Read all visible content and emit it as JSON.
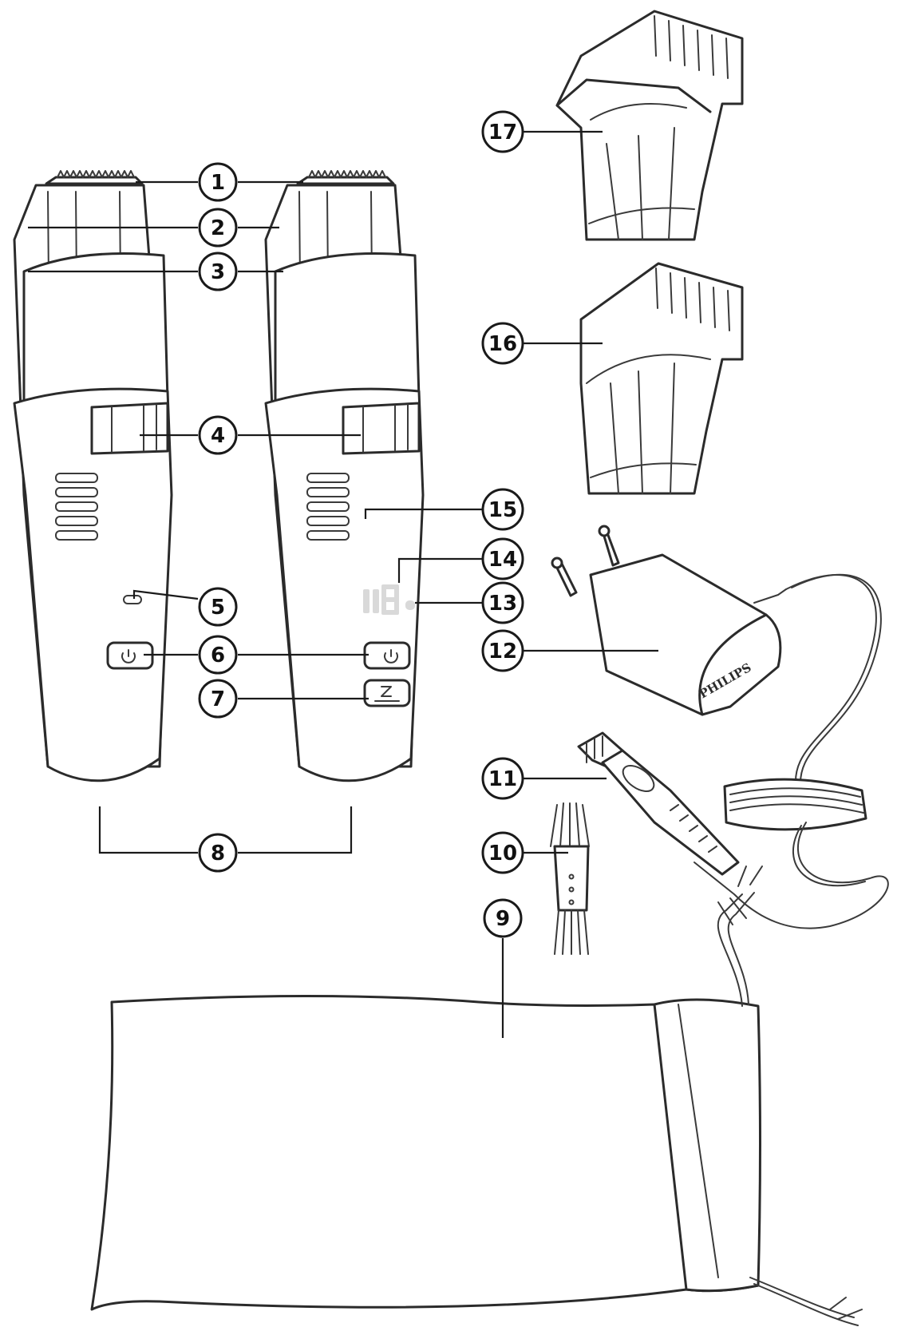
{
  "callouts": {
    "c1": "1",
    "c2": "2",
    "c3": "3",
    "c4": "4",
    "c5": "5",
    "c6": "6",
    "c7": "7",
    "c8": "8",
    "c9": "9",
    "c10": "10",
    "c11": "11",
    "c12": "12",
    "c13": "13",
    "c14": "14",
    "c15": "15",
    "c16": "16",
    "c17": "17"
  },
  "charger": {
    "brand": "PHILIPS"
  },
  "colors": {
    "line": "#2b2b2b",
    "display_segments": "#d9d9d9"
  }
}
